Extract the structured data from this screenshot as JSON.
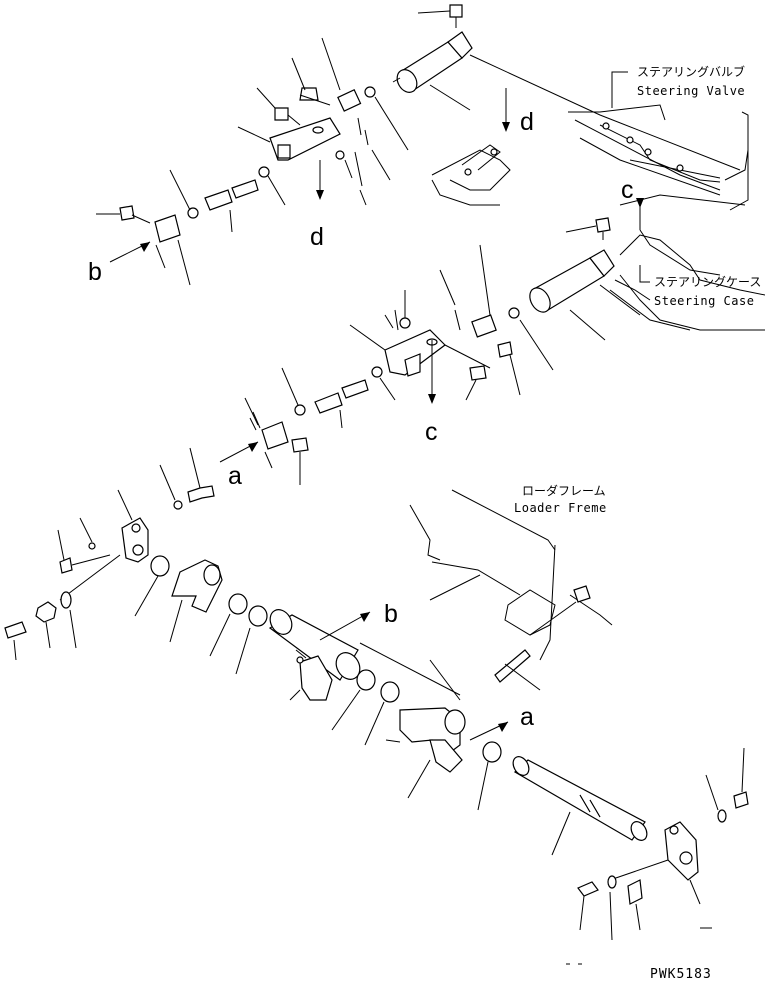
{
  "labels": {
    "steering_valve_jp": "ステアリングバルブ",
    "steering_valve_en": "Steering Valve",
    "steering_case_jp": "ステアリングケース",
    "steering_case_en": "Steering Case",
    "loader_frame_jp": "ローダフレーム",
    "loader_frame_en": "Loader Freme"
  },
  "view_letters": {
    "a1": "a",
    "a2": "a",
    "b1": "b",
    "b2": "b",
    "c1": "c",
    "c2": "c",
    "d1": "d",
    "d2": "d"
  },
  "drawing_code": "PWK5183"
}
